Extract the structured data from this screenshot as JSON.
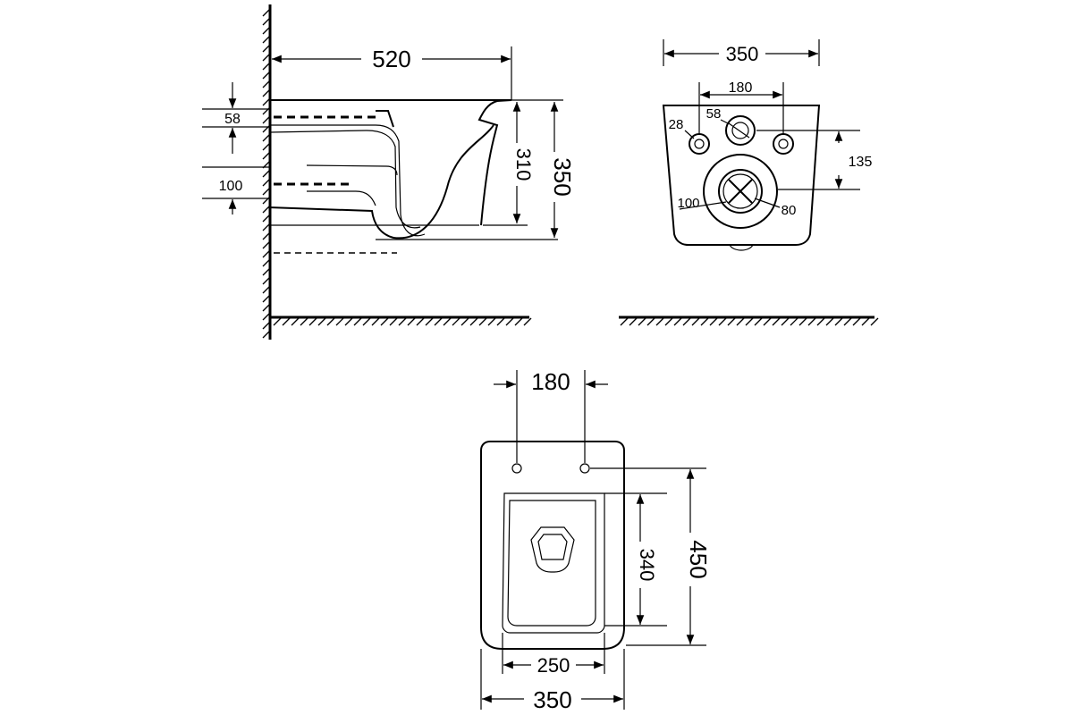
{
  "side_view": {
    "length": "520",
    "height_total": "350",
    "height_bowl": "310",
    "inlet_diameter": "58",
    "outlet_diameter": "100"
  },
  "rear_view": {
    "width": "350",
    "bolt_spacing": "180",
    "bolt_hole_diameter": "28",
    "inlet_diameter": "58",
    "inlet_to_outlet": "135",
    "outlet_diameter": "100",
    "outlet_inner_diameter": "80"
  },
  "top_view": {
    "bolt_spacing": "180",
    "depth_total": "450",
    "seat_depth": "340",
    "seat_width": "250",
    "width": "350"
  }
}
